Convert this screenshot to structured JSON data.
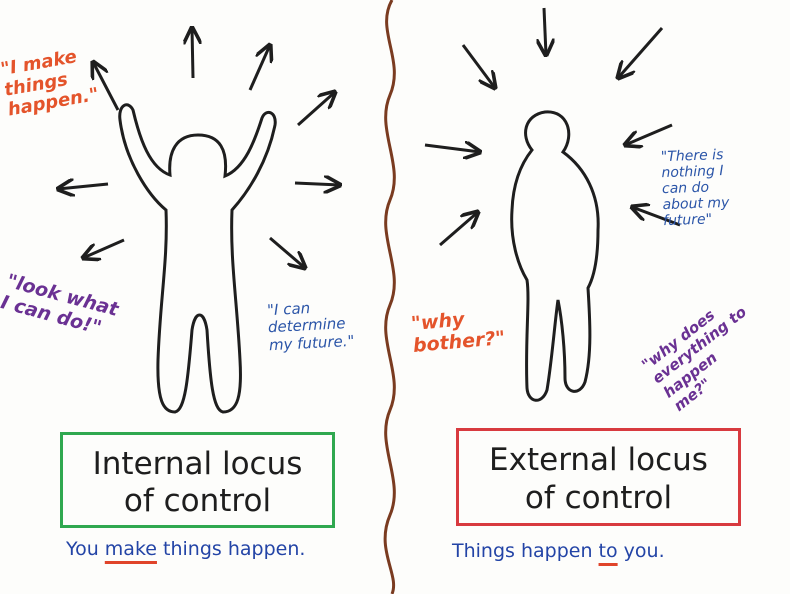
{
  "left": {
    "quotes": {
      "make_happen": "\"I make\nthings\nhappen.\"",
      "look_what": "\"look what\nI can do!\"",
      "determine": "\"I can\ndetermine\nmy future.\""
    },
    "box": {
      "line1": "Internal locus",
      "line2": "of control"
    },
    "caption": {
      "before": "You ",
      "emph": "make",
      "after": " things happen."
    }
  },
  "right": {
    "quotes": {
      "nothing": "\"There is\nnothing I\ncan do\nabout my\nfuture\"",
      "why_bother": "\"why\nbother?\"",
      "why_does": "\"why does\neverything to\nhappen\nme?\""
    },
    "box": {
      "line1": "External locus",
      "line2": "of control"
    },
    "caption": {
      "before": "Things happen ",
      "emph": "to",
      "after": " you."
    }
  },
  "colors": {
    "internal_border": "#2fa84f",
    "external_border": "#d83a3f",
    "divider": "#7a3b20",
    "ink": "#1e1e1e"
  }
}
